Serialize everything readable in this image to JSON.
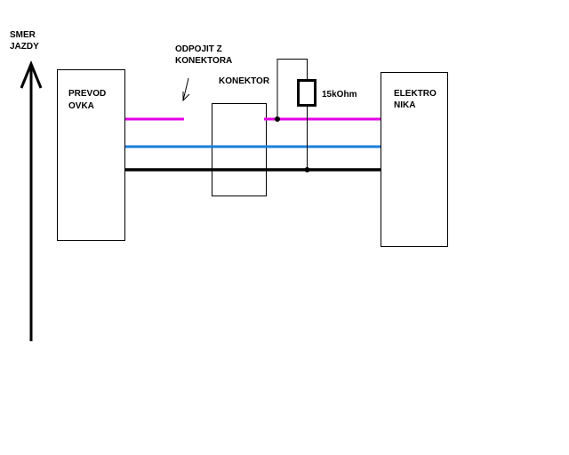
{
  "labels": {
    "direction_line1": "SMER",
    "direction_line2": "JAZDY",
    "transmission_line1": "PREVOD",
    "transmission_line2": "OVKA",
    "disconnect_line1": "ODPOJIT Z",
    "disconnect_line2": "KONEKTORA",
    "connector": "KONEKTOR",
    "resistor": "15kOhm",
    "electronics_line1": "ELEKTRO",
    "electronics_line2": "NIKA"
  },
  "colors": {
    "magenta_wire": "#e600e6",
    "blue_wire": "#1a7fd9",
    "black_wire": "#000000",
    "outline": "#000000",
    "background": "#ffffff"
  },
  "components": [
    {
      "id": "transmission",
      "label": "PREVOD OVKA"
    },
    {
      "id": "connector",
      "label": "KONEKTOR"
    },
    {
      "id": "resistor",
      "label": "15kOhm"
    },
    {
      "id": "electronics",
      "label": "ELEKTRO NIKA"
    }
  ],
  "wires": [
    {
      "id": "magenta",
      "note": "disconnected at connector"
    },
    {
      "id": "blue"
    },
    {
      "id": "black"
    }
  ]
}
